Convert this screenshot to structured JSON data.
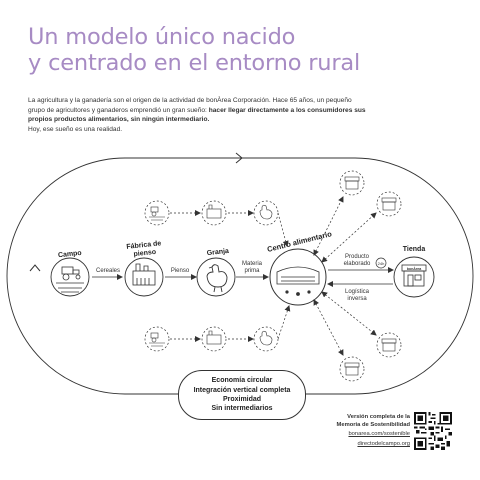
{
  "title": {
    "line1": "Un modelo único nacido",
    "line2": "y centrado en el entorno rural"
  },
  "intro": {
    "p1_normal": "La agricultura y la ganadería son el origen de la actividad de bonÀrea Corporación. Hace 65 años, un pequeño grupo de agricultores y ganaderos emprendió un gran sueño: ",
    "p1_bold": "hacer llegar directamente a los consumidores sus propios productos alimentarios, sin ningún intermediario.",
    "p2": "Hoy, ese sueño es una realidad."
  },
  "stages": {
    "campo": "Campo",
    "fabrica_1": "Fábrica de",
    "fabrica_2": "pienso",
    "granja": "Granja",
    "centro": "Centro alimentario",
    "tienda": "Tienda"
  },
  "flows": {
    "cereales": "Cereales",
    "pienso": "Pienso",
    "materia_1": "Materia",
    "materia_2": "prima",
    "producto_1": "Producto",
    "producto_2": "elaborado",
    "logistica_1": "Logística",
    "logistica_2": "inversa",
    "badge_24h": "24h"
  },
  "store_sign": "bonÀrea",
  "pill": {
    "item1": "Economía circular",
    "item2": "Integración vertical completa",
    "item3": "Proximidad",
    "item4": "Sin intermediarios"
  },
  "footer": {
    "line1": "Versión completa de la",
    "line2": "Memoria de Sostenibilidad",
    "link1": "bonarea.com/sostenible",
    "link2": "directodelcampo.org"
  },
  "colors": {
    "title": "#a78bc4",
    "ink": "#333333"
  }
}
